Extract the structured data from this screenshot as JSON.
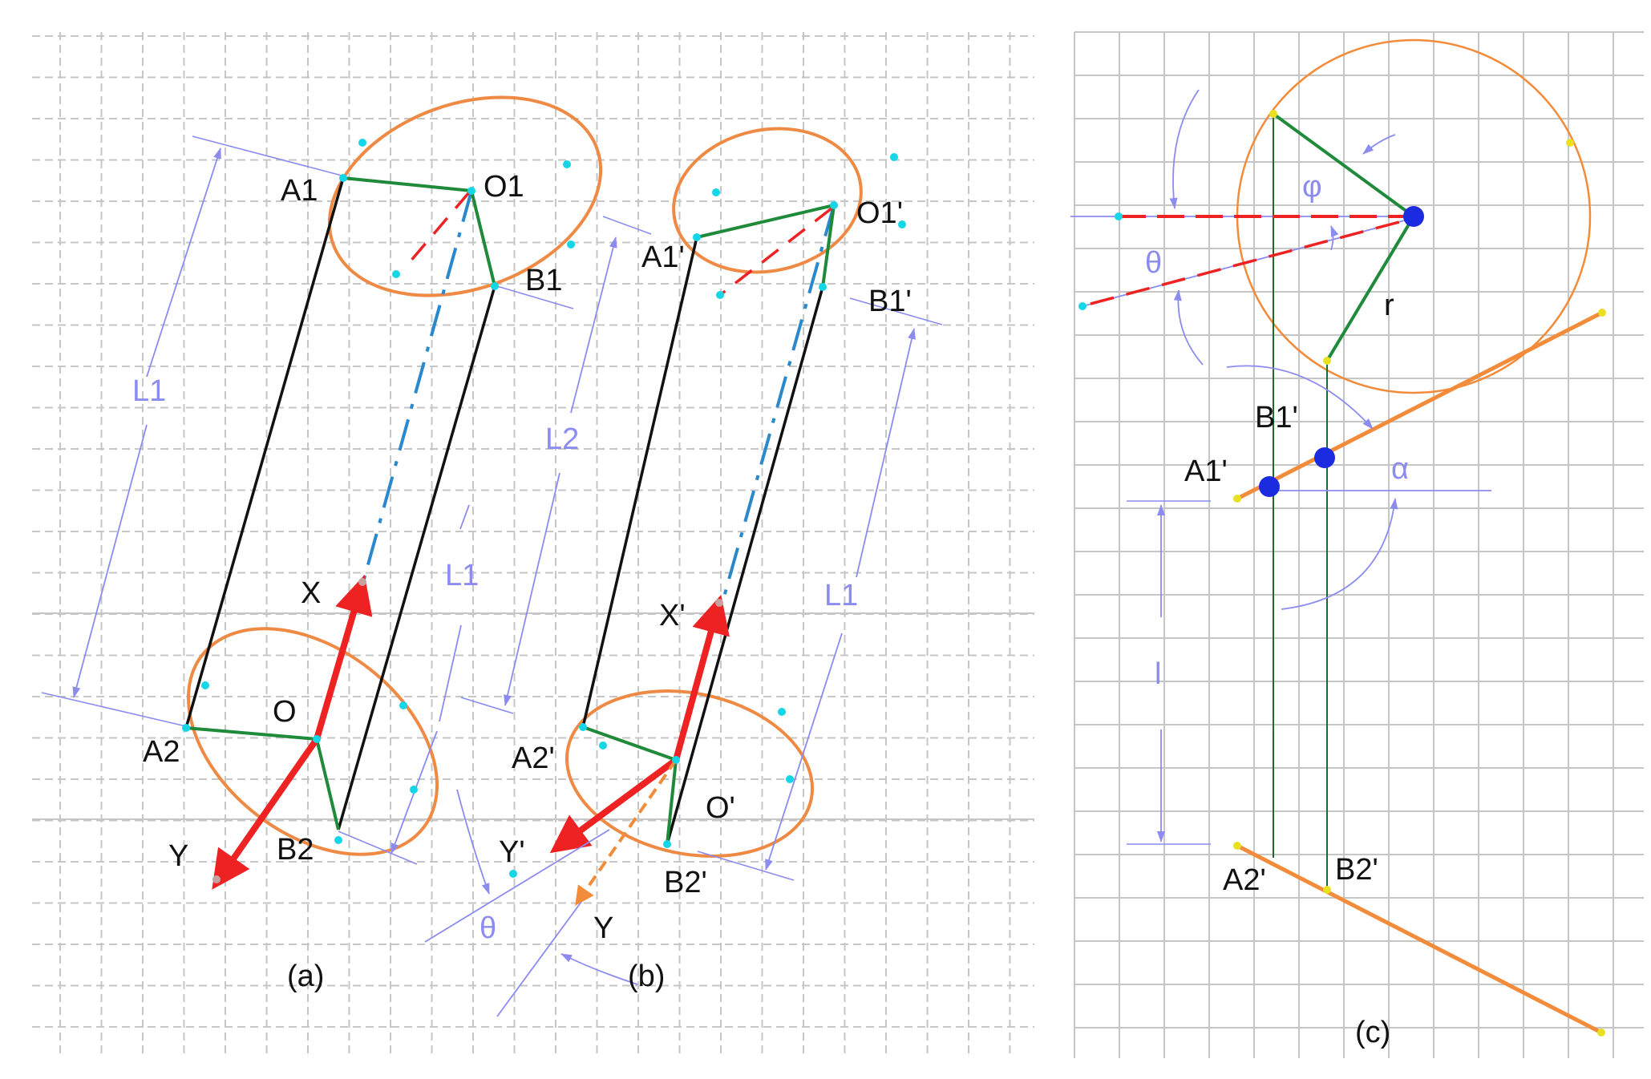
{
  "panels": {
    "a": {
      "caption": "(a)",
      "labels": {
        "A1": "A1",
        "O1": "O1",
        "B1": "B1",
        "A2": "A2",
        "O": "O",
        "B2": "B2",
        "X": "X",
        "Y": "Y"
      },
      "dims": {
        "L1_left": "L1",
        "L2": "L2",
        "L1_mid": "L1",
        "theta": "θ"
      }
    },
    "b": {
      "caption": "(b)",
      "labels": {
        "A1p": "A1'",
        "O1p": "O1'",
        "B1p": "B1'",
        "A2p": "A2'",
        "Op": "O'",
        "B2p": "B2'",
        "Xp": "X'",
        "Yp": "Y'",
        "Y": "Y"
      },
      "dims": {
        "L1_right": "L1"
      }
    },
    "c": {
      "caption": "(c)",
      "labels": {
        "B1p": "B1'",
        "A1p": "A1'",
        "A2p": "A2'",
        "B2p": "B2'",
        "r": "r"
      },
      "dims": {
        "phi": "φ",
        "theta": "θ",
        "alpha": "α",
        "l": "l"
      }
    }
  },
  "colors": {
    "grid": "#c6c6c6",
    "ellipse": "#ef8a45",
    "green": "#1f8a3a",
    "black": "#111111",
    "red": "#ee2222",
    "blue_dash": "#2a88cc",
    "dim": "#8c8cf0",
    "cyan": "#14d6e6",
    "yellow": "#e8e020",
    "node": "#1b2be0",
    "orange_line": "#f28c3a"
  }
}
